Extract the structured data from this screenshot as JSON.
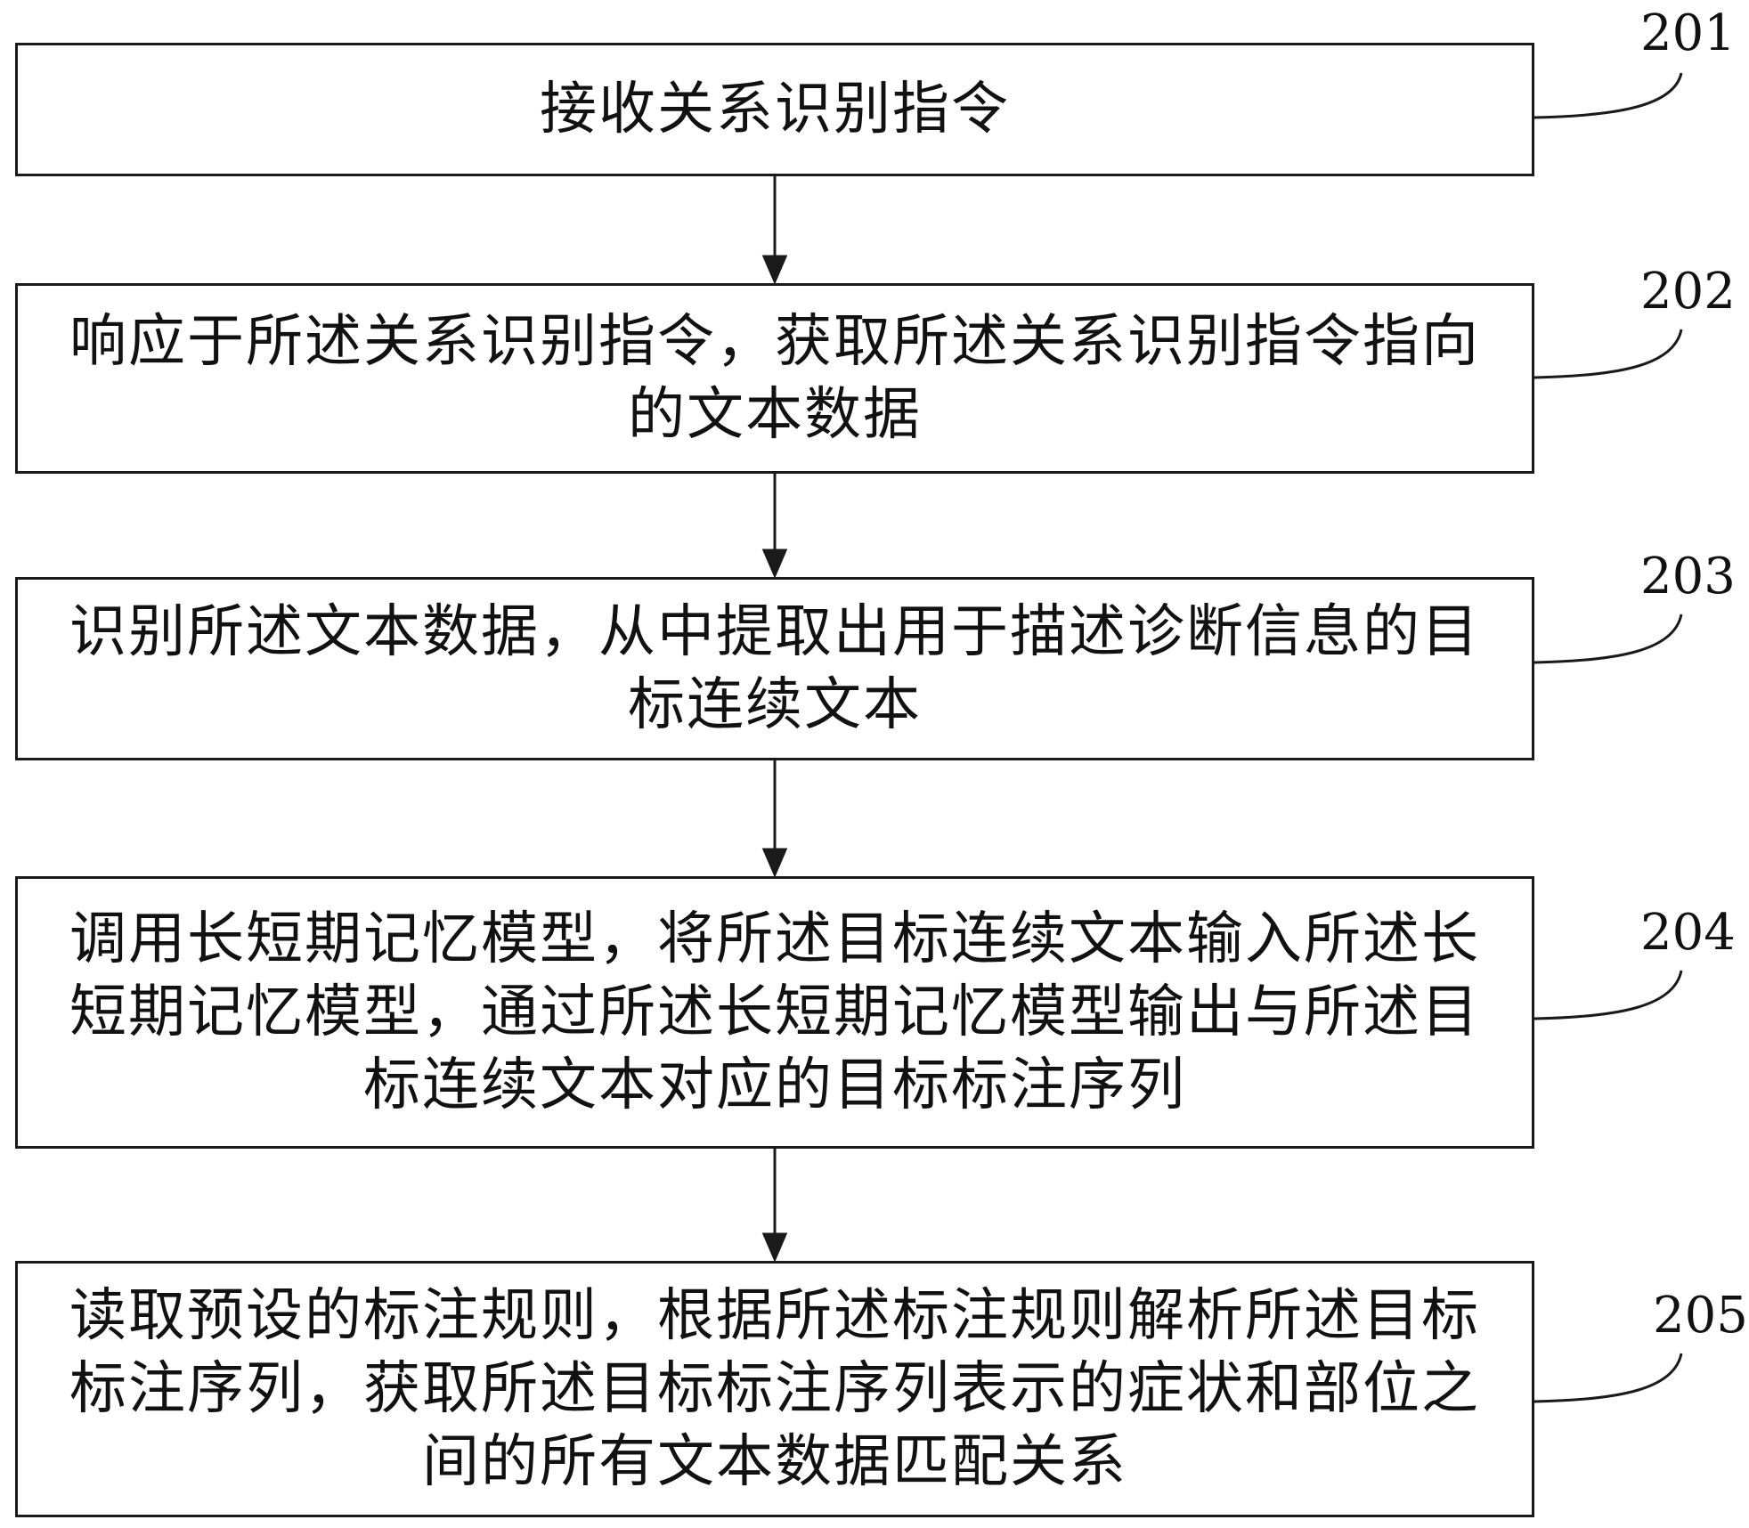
{
  "flowchart": {
    "steps": [
      {
        "label": "201",
        "text": "接收关系识别指令"
      },
      {
        "label": "202",
        "text": "响应于所述关系识别指令，获取所述关系识别指令指向的文本数据"
      },
      {
        "label": "203",
        "text": "识别所述文本数据，从中提取出用于描述诊断信息的目标连续文本"
      },
      {
        "label": "204",
        "text": "调用长短期记忆模型，将所述目标连续文本输入所述长短期记忆模型，通过所述长短期记忆模型输出与所述目标连续文本对应的目标标注序列"
      },
      {
        "label": "205",
        "text": "读取预设的标注规则，根据所述标注规则解析所述目标标注序列，获取所述目标标注序列表示的症状和部位之间的所有文本数据匹配关系"
      }
    ]
  }
}
